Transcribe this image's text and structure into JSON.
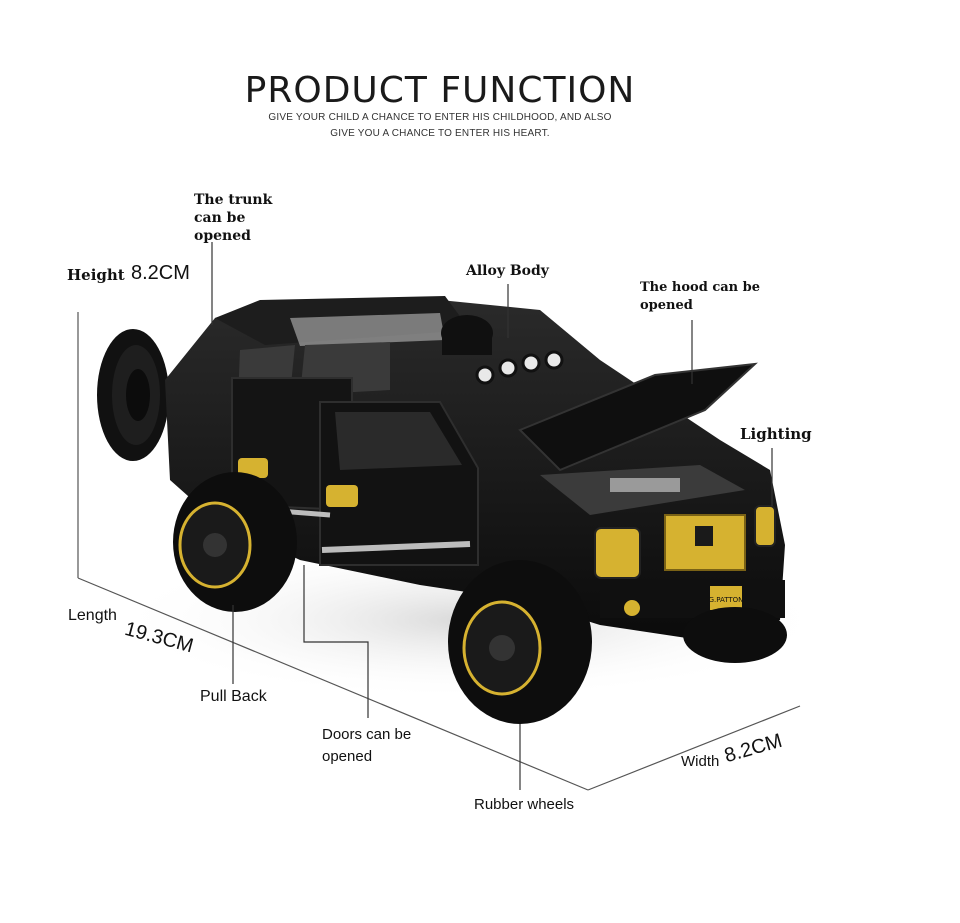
{
  "header": {
    "title": "PRODUCT FUNCTION",
    "subtitle_line1": "GIVE YOUR CHILD A CHANCE TO ENTER HIS CHILDHOOD, AND ALSO",
    "subtitle_line2": "GIVE YOU A CHANCE TO ENTER HIS HEART."
  },
  "callouts": {
    "trunk": [
      "The trunk",
      "can be",
      "opened"
    ],
    "alloy_body": "Alloy Body",
    "hood": [
      "The hood can be",
      "opened"
    ],
    "lighting": "Lighting",
    "pull_back": "Pull Back",
    "doors": [
      "Doors can be",
      "opened"
    ],
    "rubber_wheels": "Rubber wheels"
  },
  "dimensions": {
    "height_label": "Height",
    "height_value": "8.2CM",
    "length_label": "Length",
    "length_value": "19.3CM",
    "width_label": "Width",
    "width_value": "8.2CM"
  },
  "product": {
    "plate_text": "G.PATTON",
    "body_color": "#151515",
    "accent_color": "#d6b230"
  }
}
